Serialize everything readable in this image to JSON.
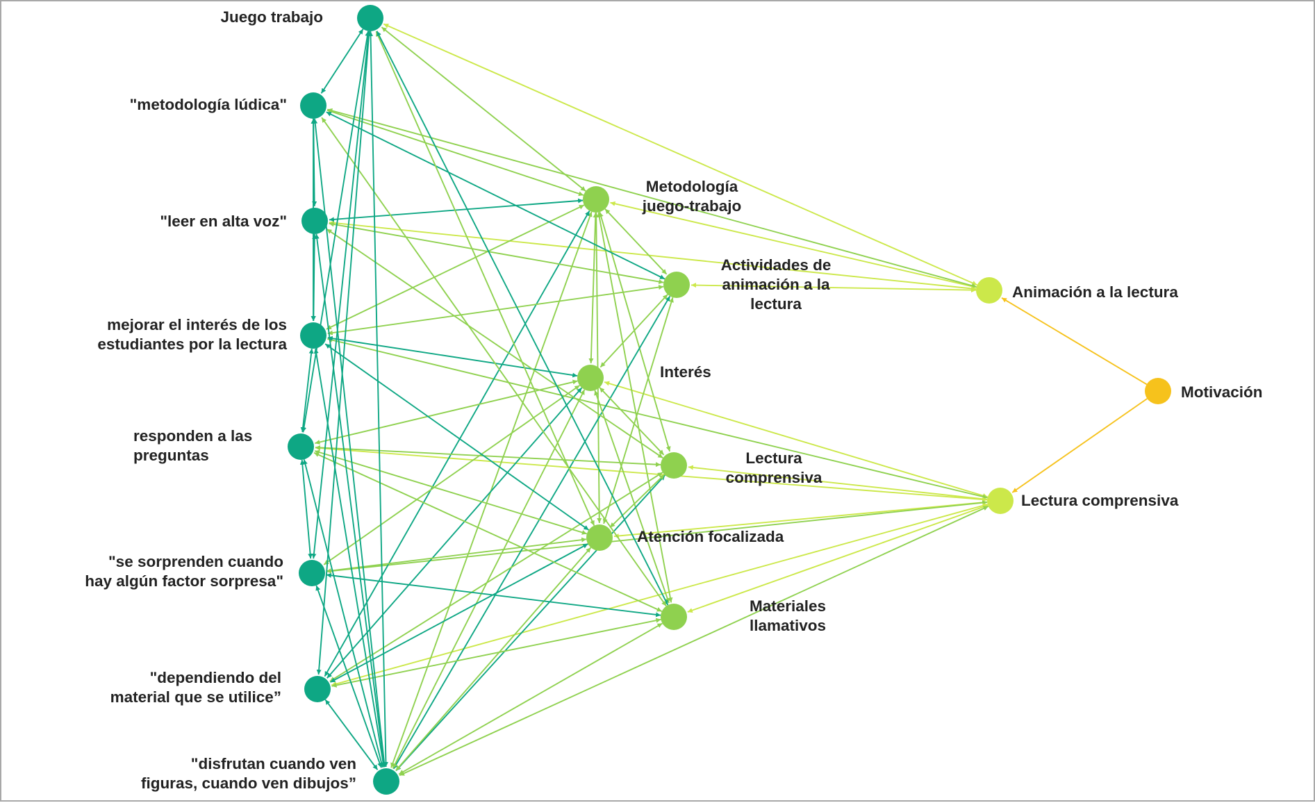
{
  "diagram": {
    "colors": {
      "dark": "#0ea784",
      "mid": "#8fd14f",
      "light": "#cce84a",
      "root": "#f6c21c",
      "root_edge": "#f6c21c"
    },
    "nodes": [
      {
        "id": "juego",
        "label": [
          "Juego trabajo"
        ],
        "level": "dark"
      },
      {
        "id": "metludica",
        "label": [
          "\"metodología lúdica\""
        ],
        "level": "dark"
      },
      {
        "id": "leer",
        "label": [
          "\"leer en alta voz\""
        ],
        "level": "dark"
      },
      {
        "id": "mejorar",
        "label": [
          "mejorar el interés de los",
          "estudiantes por la lectura"
        ],
        "level": "dark"
      },
      {
        "id": "responden",
        "label": [
          "responden a las",
          "preguntas"
        ],
        "level": "dark"
      },
      {
        "id": "sorprenden",
        "label": [
          "\"se sorprenden cuando",
          "hay algún factor sorpresa\""
        ],
        "level": "dark"
      },
      {
        "id": "dependiendo",
        "label": [
          "\"dependiendo del",
          "material que se utilice”"
        ],
        "level": "dark"
      },
      {
        "id": "disfrutan",
        "label": [
          "\"disfrutan cuando ven",
          "figuras, cuando ven dibujos”"
        ],
        "level": "dark"
      },
      {
        "id": "metjuego",
        "label": [
          "Metodología",
          "juego-trabajo"
        ],
        "level": "mid"
      },
      {
        "id": "actividades",
        "label": [
          "Actividades de",
          "animación a la",
          "lectura"
        ],
        "level": "mid"
      },
      {
        "id": "interes",
        "label": [
          "Interés"
        ],
        "level": "mid"
      },
      {
        "id": "lectcomp_mid",
        "label": [
          "Lectura",
          "comprensiva"
        ],
        "level": "mid"
      },
      {
        "id": "atencion",
        "label": [
          "Atención focalizada"
        ],
        "level": "mid"
      },
      {
        "id": "materiales",
        "label": [
          "Materiales",
          "llamativos"
        ],
        "level": "mid"
      },
      {
        "id": "animacion",
        "label": [
          "Animación a la lectura"
        ],
        "level": "light"
      },
      {
        "id": "lectcomp",
        "label": [
          "Lectura comprensiva"
        ],
        "level": "light"
      },
      {
        "id": "motivacion",
        "label": [
          "Motivación"
        ],
        "level": "root"
      }
    ],
    "edges": [
      [
        "motivacion",
        "animacion"
      ],
      [
        "motivacion",
        "lectcomp"
      ],
      [
        "animacion",
        "metjuego"
      ],
      [
        "animacion",
        "actividades"
      ],
      [
        "animacion",
        "juego"
      ],
      [
        "animacion",
        "metludica"
      ],
      [
        "animacion",
        "leer"
      ],
      [
        "lectcomp",
        "interes"
      ],
      [
        "lectcomp",
        "lectcomp_mid"
      ],
      [
        "lectcomp",
        "atencion"
      ],
      [
        "lectcomp",
        "materiales"
      ],
      [
        "lectcomp",
        "mejorar"
      ],
      [
        "lectcomp",
        "responden"
      ],
      [
        "lectcomp",
        "sorprenden"
      ],
      [
        "lectcomp",
        "dependiendo"
      ],
      [
        "lectcomp",
        "disfrutan"
      ],
      [
        "metjuego",
        "juego"
      ],
      [
        "metjuego",
        "metludica"
      ],
      [
        "metjuego",
        "leer"
      ],
      [
        "metjuego",
        "mejorar"
      ],
      [
        "metjuego",
        "disfrutan"
      ],
      [
        "metjuego",
        "dependiendo"
      ],
      [
        "metjuego",
        "interes"
      ],
      [
        "metjuego",
        "atencion"
      ],
      [
        "metjuego",
        "materiales"
      ],
      [
        "metjuego",
        "lectcomp_mid"
      ],
      [
        "metjuego",
        "actividades"
      ],
      [
        "actividades",
        "metludica"
      ],
      [
        "actividades",
        "leer"
      ],
      [
        "actividades",
        "mejorar"
      ],
      [
        "actividades",
        "disfrutan"
      ],
      [
        "actividades",
        "atencion"
      ],
      [
        "actividades",
        "interes"
      ],
      [
        "interes",
        "mejorar"
      ],
      [
        "interes",
        "responden"
      ],
      [
        "interes",
        "sorprenden"
      ],
      [
        "interes",
        "dependiendo"
      ],
      [
        "interes",
        "disfrutan"
      ],
      [
        "interes",
        "materiales"
      ],
      [
        "interes",
        "lectcomp_mid"
      ],
      [
        "lectcomp_mid",
        "responden"
      ],
      [
        "lectcomp_mid",
        "dependiendo"
      ],
      [
        "lectcomp_mid",
        "disfrutan"
      ],
      [
        "lectcomp_mid",
        "leer"
      ],
      [
        "lectcomp_mid",
        "atencion"
      ],
      [
        "atencion",
        "mejorar"
      ],
      [
        "atencion",
        "responden"
      ],
      [
        "atencion",
        "sorprenden"
      ],
      [
        "atencion",
        "dependiendo"
      ],
      [
        "atencion",
        "disfrutan"
      ],
      [
        "atencion",
        "juego"
      ],
      [
        "materiales",
        "sorprenden"
      ],
      [
        "materiales",
        "dependiendo"
      ],
      [
        "materiales",
        "disfrutan"
      ],
      [
        "materiales",
        "juego"
      ],
      [
        "materiales",
        "metludica"
      ],
      [
        "materiales",
        "responden"
      ],
      [
        "juego",
        "metludica"
      ],
      [
        "juego",
        "disfrutan"
      ],
      [
        "juego",
        "dependiendo"
      ],
      [
        "juego",
        "sorprenden"
      ],
      [
        "juego",
        "responden"
      ],
      [
        "metludica",
        "leer"
      ],
      [
        "metludica",
        "mejorar"
      ],
      [
        "metludica",
        "disfrutan"
      ],
      [
        "leer",
        "mejorar"
      ],
      [
        "leer",
        "disfrutan"
      ],
      [
        "mejorar",
        "responden"
      ],
      [
        "mejorar",
        "disfrutan"
      ],
      [
        "responden",
        "sorprenden"
      ],
      [
        "responden",
        "disfrutan"
      ],
      [
        "sorprenden",
        "disfrutan"
      ],
      [
        "dependiendo",
        "disfrutan"
      ]
    ]
  }
}
